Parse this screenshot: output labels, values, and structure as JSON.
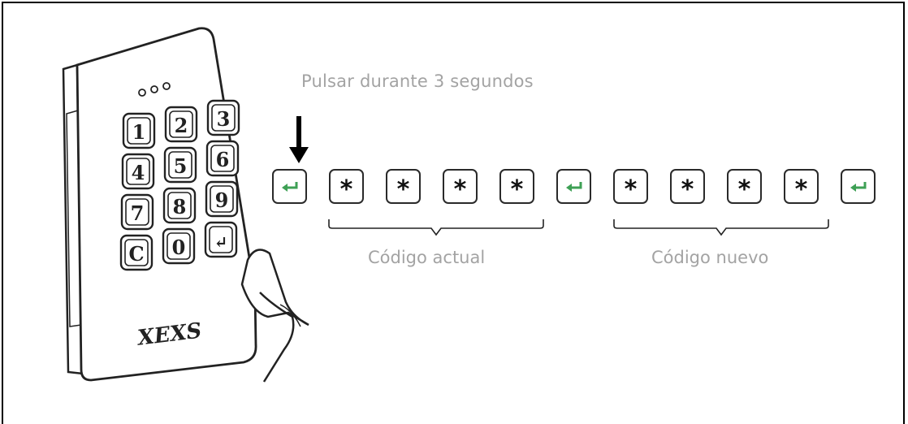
{
  "instruction": "Pulsar durante 3 segundos",
  "sequence": {
    "keys": [
      {
        "kind": "enter",
        "symbol": "↵"
      },
      {
        "kind": "digit",
        "symbol": "*"
      },
      {
        "kind": "digit",
        "symbol": "*"
      },
      {
        "kind": "digit",
        "symbol": "*"
      },
      {
        "kind": "digit",
        "symbol": "*"
      },
      {
        "kind": "enter",
        "symbol": "↵"
      },
      {
        "kind": "digit",
        "symbol": "*"
      },
      {
        "kind": "digit",
        "symbol": "*"
      },
      {
        "kind": "digit",
        "symbol": "*"
      },
      {
        "kind": "digit",
        "symbol": "*"
      },
      {
        "kind": "enter",
        "symbol": "↵"
      }
    ],
    "current_code_label": "Código actual",
    "new_code_label": "Código nuevo"
  },
  "device": {
    "brand": "XEXS",
    "keypad": [
      [
        "1",
        "2",
        "3"
      ],
      [
        "4",
        "5",
        "6"
      ],
      [
        "7",
        "8",
        "9"
      ],
      [
        "C",
        "0",
        "↵"
      ]
    ]
  },
  "colors": {
    "enter_icon": "#3ea055",
    "label_text": "#a3a3a3",
    "outline": "#2a2a2a"
  }
}
